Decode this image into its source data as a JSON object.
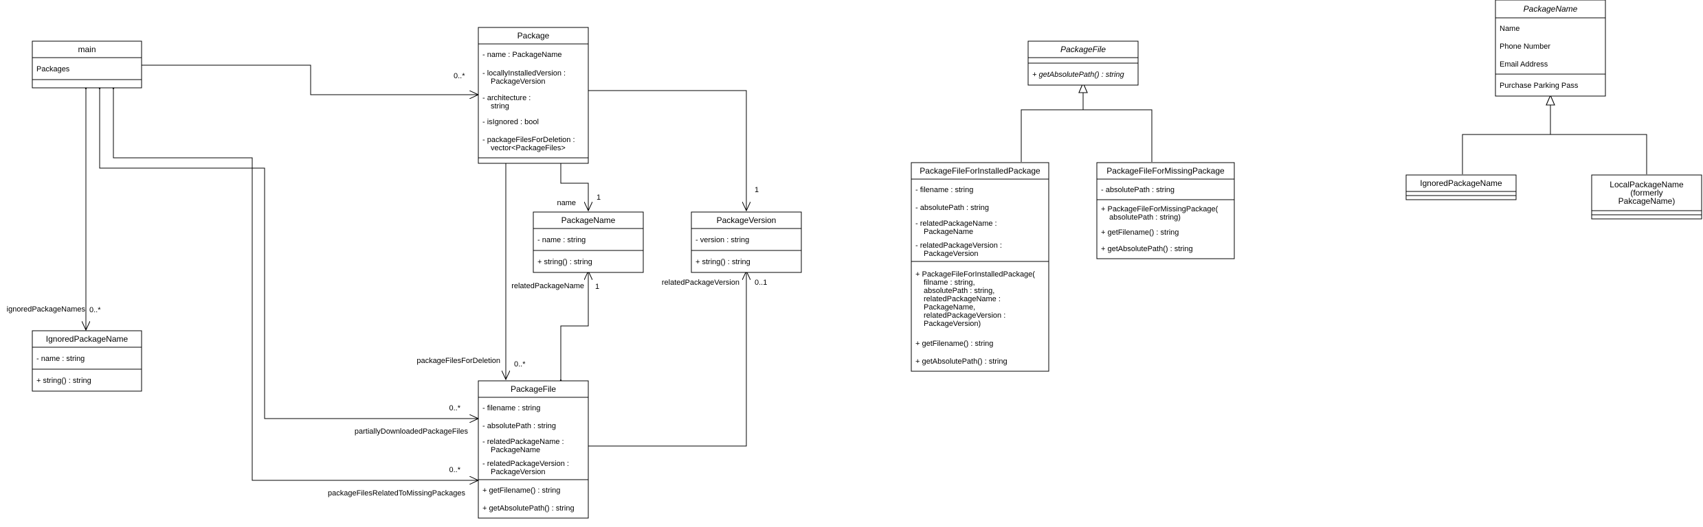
{
  "classes": [
    {
      "key": "main",
      "name": "main",
      "abstract": false,
      "attributes": [
        [
          "Packages"
        ]
      ],
      "operations": []
    },
    {
      "key": "package",
      "name": "Package",
      "abstract": false,
      "attributes": [
        [
          "- name : PackageName"
        ],
        [
          "- locallyInstalledVersion :",
          "PackageVersion"
        ],
        [
          "- architecture :",
          "string"
        ],
        [
          "- isIgnored : bool"
        ],
        [
          "- packageFilesForDeletion :",
          "vector<PackageFiles>"
        ]
      ],
      "operations": []
    },
    {
      "key": "packageName",
      "name": "PackageName",
      "abstract": false,
      "attributes": [
        [
          "- name : string"
        ]
      ],
      "operations": [
        [
          "+ string() : string"
        ]
      ]
    },
    {
      "key": "packageVersion",
      "name": "PackageVersion",
      "abstract": false,
      "attributes": [
        [
          "- version : string"
        ]
      ],
      "operations": [
        [
          "+ string() : string"
        ]
      ]
    },
    {
      "key": "ignoredPackageName",
      "name": "IgnoredPackageName",
      "abstract": false,
      "attributes": [
        [
          "- name : string"
        ]
      ],
      "operations": [
        [
          "+ string() : string"
        ]
      ]
    },
    {
      "key": "packageFile",
      "name": "PackageFile",
      "abstract": false,
      "attributes": [
        [
          "- filename : string"
        ],
        [
          "- absolutePath : string"
        ],
        [
          "- relatedPackageName :",
          "PackageName"
        ],
        [
          "- relatedPackageVersion :",
          "PackageVersion"
        ]
      ],
      "operations": [
        [
          "+ getFilename() : string"
        ],
        [
          "+ getAbsolutePath() : string"
        ]
      ]
    },
    {
      "key": "packageFileAbs",
      "name": "PackageFile",
      "abstract": true,
      "attributes": [],
      "operations": [
        [
          "+ getAbsolutePath() : string"
        ]
      ]
    },
    {
      "key": "pfInstalled",
      "name": "PackageFileForInstalledPackage",
      "abstract": false,
      "attributes": [
        [
          "- filename : string"
        ],
        [
          "- absolutePath : string"
        ],
        [
          "- relatedPackageName :",
          "PackageName"
        ],
        [
          "- relatedPackageVersion :",
          "PackageVersion"
        ]
      ],
      "operations": [
        [
          "+ PackageFileForInstalledPackage(",
          "filname : string,",
          "absolutePath : string,",
          "relatedPackageName :",
          "PackageName,",
          "relatedPackageVersion :",
          "PackageVersion)"
        ],
        [
          "+ getFilename() : string"
        ],
        [
          "+ getAbsolutePath() : string"
        ]
      ]
    },
    {
      "key": "pfMissing",
      "name": "PackageFileForMissingPackage",
      "abstract": false,
      "attributes": [
        [
          "- absolutePath : string"
        ]
      ],
      "operations": [
        [
          "+ PackageFileForMissingPackage(",
          "absolutePath : string)"
        ],
        [
          "+ getFilename() : string"
        ],
        [
          "+ getAbsolutePath() : string"
        ]
      ]
    },
    {
      "key": "packageNameAbs",
      "name": "PackageName",
      "abstract": true,
      "attributes": [
        [
          "Name"
        ],
        [
          "Phone Number"
        ],
        [
          "Email Address"
        ]
      ],
      "operations": [
        [
          "Purchase Parking Pass"
        ]
      ]
    },
    {
      "key": "ignoredPN2",
      "name": "IgnoredPackageName",
      "abstract": false,
      "attributes": [],
      "operations": []
    },
    {
      "key": "localPN",
      "name": "LocalPackageName",
      "abstract": false,
      "name_lines": [
        "LocalPackageName",
        "(formerly",
        "PakcageName)"
      ],
      "attributes": [],
      "operations": []
    }
  ],
  "relationships": [
    {
      "from": "main",
      "to": "package",
      "kind": "composition",
      "label": "",
      "multiplicity": "0..*"
    },
    {
      "from": "main",
      "to": "ignoredPackageName",
      "kind": "composition",
      "label": "ignoredPackageNames",
      "multiplicity": "0..*"
    },
    {
      "from": "main",
      "to": "packageFile",
      "kind": "composition",
      "label": "partiallyDownloadedPackageFiles",
      "multiplicity": "0..*"
    },
    {
      "from": "main",
      "to": "packageFile",
      "kind": "composition",
      "label": "packageFilesRelatedToMissingPackages",
      "multiplicity": "0..*"
    },
    {
      "from": "package",
      "to": "packageName",
      "kind": "composition",
      "label": "name",
      "multiplicity": "1"
    },
    {
      "from": "package",
      "to": "packageVersion",
      "kind": "composition",
      "label": "",
      "multiplicity": "1"
    },
    {
      "from": "package",
      "to": "packageFile",
      "kind": "composition",
      "label": "packageFilesForDeletion",
      "multiplicity": "0..*"
    },
    {
      "from": "packageFile",
      "to": "packageName",
      "kind": "aggregation",
      "label": "relatedPackageName",
      "multiplicity": "1"
    },
    {
      "from": "packageFile",
      "to": "packageVersion",
      "kind": "composition",
      "label": "relatedPackageVersion",
      "multiplicity": "0..1"
    },
    {
      "from": "pfInstalled",
      "to": "packageFileAbs",
      "kind": "generalization",
      "label": "",
      "multiplicity": ""
    },
    {
      "from": "pfMissing",
      "to": "packageFileAbs",
      "kind": "generalization",
      "label": "",
      "multiplicity": ""
    },
    {
      "from": "ignoredPN2",
      "to": "packageNameAbs",
      "kind": "generalization",
      "label": "",
      "multiplicity": ""
    },
    {
      "from": "localPN",
      "to": "packageNameAbs",
      "kind": "generalization",
      "label": "",
      "multiplicity": ""
    }
  ]
}
